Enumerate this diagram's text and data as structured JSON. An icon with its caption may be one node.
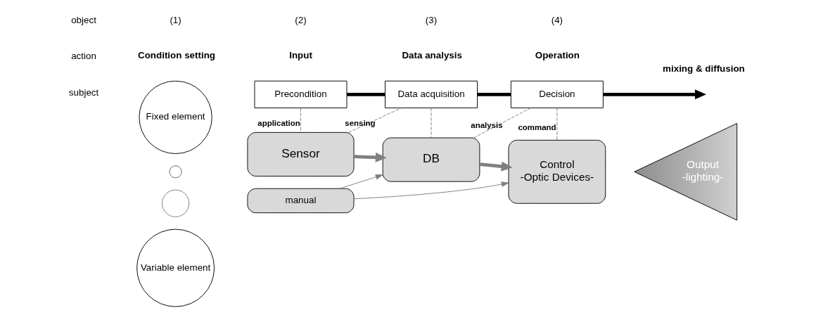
{
  "diagram": {
    "nodes": [
      {
        "text": [
          "Fixed element"
        ]
      },
      {
        "text": [],
        "shape": "circle"
      },
      {
        "text": [],
        "shape": "circle"
      },
      {
        "text": [
          "Variable element"
        ]
      },
      {
        "text": [
          "manual"
        ]
      },
      {
        "text": [
          "Sensor"
        ]
      },
      {
        "text": [
          "DB"
        ]
      },
      {
        "text": [
          "Control",
          "-Optic Devices-"
        ]
      },
      {
        "text": [
          "Output",
          "-lighting-"
        ]
      },
      {
        "text": [
          "Precondition"
        ]
      },
      {
        "text": [
          "Data acquisition"
        ]
      },
      {
        "text": [
          "Decision"
        ]
      }
    ],
    "edges": [
      {
        "from": 4,
        "to": 7,
        "arrow": "to"
      },
      {
        "from": 4,
        "to": 6,
        "arrow": "to"
      },
      {
        "from": 5,
        "to": 6,
        "arrow": "to",
        "style": "thick"
      },
      {
        "from": 6,
        "to": 7,
        "arrow": "to",
        "style": "thick"
      },
      {
        "from": 9,
        "to": 10,
        "arrow": "none",
        "style": "thick",
        "color": "#000000"
      },
      {
        "from": 10,
        "to": 11,
        "arrow": "none",
        "style": "thick",
        "color": "#000000"
      },
      {
        "from": 11,
        "to": null,
        "arrow": "to",
        "style": "thick",
        "color": "#000000"
      },
      {
        "from": 9,
        "to": 5,
        "arrow": "none",
        "style": "dashed",
        "label": "application"
      },
      {
        "from": 5,
        "to": 10,
        "arrow": "none",
        "style": "dashed",
        "label": "sensing"
      },
      {
        "from": 10,
        "to": 6,
        "arrow": "none",
        "style": "dashed"
      },
      {
        "from": 6,
        "to": 11,
        "arrow": "none",
        "style": "dashed",
        "label": "analysis"
      },
      {
        "from": 11,
        "to": 7,
        "arrow": "none",
        "style": "dashed",
        "label": "command"
      }
    ],
    "labels": [
      "(1)",
      "(2)",
      "(3)",
      "(4)",
      "Condition setting",
      "Input",
      "Data analysis",
      "Operation",
      "object",
      "action",
      "subject",
      "mixing & diffusion"
    ]
  }
}
